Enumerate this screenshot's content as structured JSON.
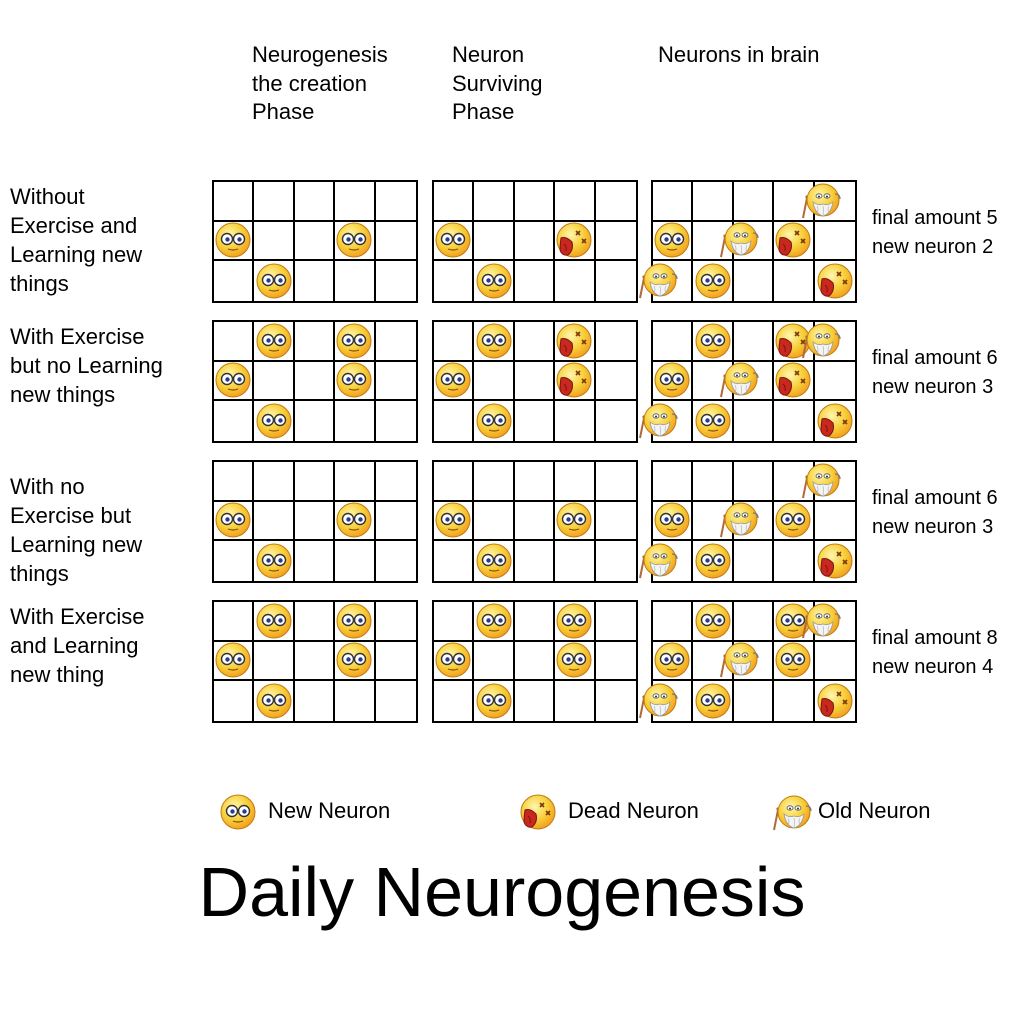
{
  "column_headers": [
    "Neurogenesis\nthe creation\nPhase",
    "Neuron\nSurviving\nPhase",
    "Neurons in brain"
  ],
  "rows": [
    {
      "label": "Without\nExercise and\nLearning new\nthings",
      "final_amount": "final amount 5",
      "new_neuron": "new neuron 2",
      "grids": [
        [
          [
            "",
            "",
            "",
            "",
            ""
          ],
          [
            "new",
            "",
            "",
            "new",
            ""
          ],
          [
            "",
            "new",
            "",
            "",
            ""
          ]
        ],
        [
          [
            "",
            "",
            "",
            "",
            ""
          ],
          [
            "new",
            "",
            "",
            "dead",
            ""
          ],
          [
            "",
            "new",
            "",
            "",
            ""
          ]
        ],
        [
          [
            "",
            "",
            "",
            "",
            "old"
          ],
          [
            "new",
            "",
            "old",
            "dead",
            ""
          ],
          [
            "old",
            "new",
            "",
            "",
            "dead"
          ]
        ]
      ]
    },
    {
      "label": "With Exercise\nbut no Learning\nnew things",
      "final_amount": "final amount 6",
      "new_neuron": "new neuron 3",
      "grids": [
        [
          [
            "",
            "new",
            "",
            "new",
            ""
          ],
          [
            "new",
            "",
            "",
            "new",
            ""
          ],
          [
            "",
            "new",
            "",
            "",
            ""
          ]
        ],
        [
          [
            "",
            "new",
            "",
            "dead",
            ""
          ],
          [
            "new",
            "",
            "",
            "dead",
            ""
          ],
          [
            "",
            "new",
            "",
            "",
            ""
          ]
        ],
        [
          [
            "",
            "new",
            "",
            "dead",
            "old"
          ],
          [
            "new",
            "",
            "old",
            "dead",
            ""
          ],
          [
            "old",
            "new",
            "",
            "",
            "dead"
          ]
        ]
      ]
    },
    {
      "label": "With no\nExercise but\nLearning new\nthings",
      "final_amount": "final amount 6",
      "new_neuron": "new neuron 3",
      "grids": [
        [
          [
            "",
            "",
            "",
            "",
            ""
          ],
          [
            "new",
            "",
            "",
            "new",
            ""
          ],
          [
            "",
            "new",
            "",
            "",
            ""
          ]
        ],
        [
          [
            "",
            "",
            "",
            "",
            ""
          ],
          [
            "new",
            "",
            "",
            "new",
            ""
          ],
          [
            "",
            "new",
            "",
            "",
            ""
          ]
        ],
        [
          [
            "",
            "",
            "",
            "",
            "old"
          ],
          [
            "new",
            "",
            "old",
            "new",
            ""
          ],
          [
            "old",
            "new",
            "",
            "",
            "dead"
          ]
        ]
      ]
    },
    {
      "label": "With Exercise\nand Learning\nnew thing",
      "final_amount": "final amount 8",
      "new_neuron": "new neuron 4",
      "grids": [
        [
          [
            "",
            "new",
            "",
            "new",
            ""
          ],
          [
            "new",
            "",
            "",
            "new",
            ""
          ],
          [
            "",
            "new",
            "",
            "",
            ""
          ]
        ],
        [
          [
            "",
            "new",
            "",
            "new",
            ""
          ],
          [
            "new",
            "",
            "",
            "new",
            ""
          ],
          [
            "",
            "new",
            "",
            "",
            ""
          ]
        ],
        [
          [
            "",
            "new",
            "",
            "new",
            "old"
          ],
          [
            "new",
            "",
            "old",
            "new",
            ""
          ],
          [
            "old",
            "new",
            "",
            "",
            "dead"
          ]
        ]
      ]
    }
  ],
  "legend": {
    "new": "New Neuron",
    "dead": "Dead Neuron",
    "old": "Old Neuron"
  },
  "colors": {
    "face_yellow": "#f7d03a",
    "face_orange": "#f29a1d",
    "tongue_red": "#c8281e",
    "beard_white": "#f4f4f4",
    "grid_line": "#000000"
  },
  "title": "Daily Neurogenesis"
}
